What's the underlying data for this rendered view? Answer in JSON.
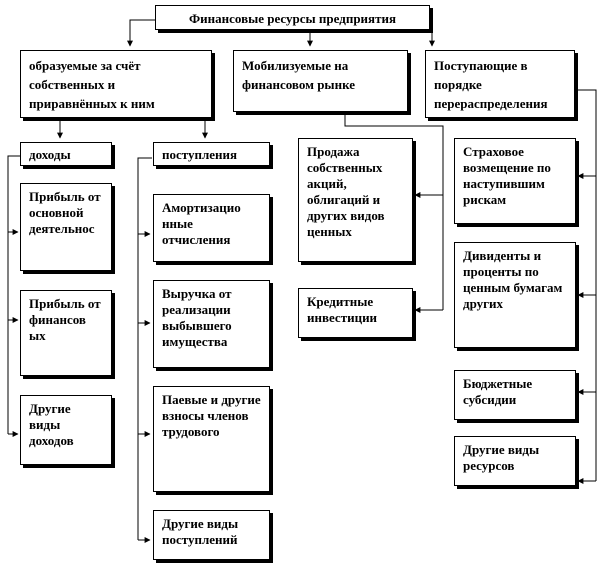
{
  "root": "Финансовые ресурсы предприятия",
  "branches": {
    "own": "образуемые за счёт собственных и приравнённых к ним",
    "market": "Мобилизуемые на финансовом рынке",
    "redistribution": "Поступающие в порядке перераспределения"
  },
  "own": {
    "income": {
      "label": "доходы",
      "items": [
        "Прибыль от основной деятельнос",
        "Прибыль от финансов ых",
        "Другие виды доходов"
      ]
    },
    "receipts": {
      "label": "поступления",
      "items": [
        "Амортизацио нные отчисления",
        "Выручка от реализации выбывшего имущества",
        "Паевые и другие взносы членов трудового",
        "Другие виды поступлений"
      ]
    }
  },
  "market": {
    "items": [
      "Продажа собственных акций, облигаций и других видов ценных",
      "Кредитные инвестиции"
    ]
  },
  "redistribution": {
    "items": [
      "Страховое возмещение по наступившим рискам",
      "Дивиденты и проценты по ценным бумагам других",
      "Бюджетные субсидии",
      "Другие виды ресурсов"
    ]
  }
}
